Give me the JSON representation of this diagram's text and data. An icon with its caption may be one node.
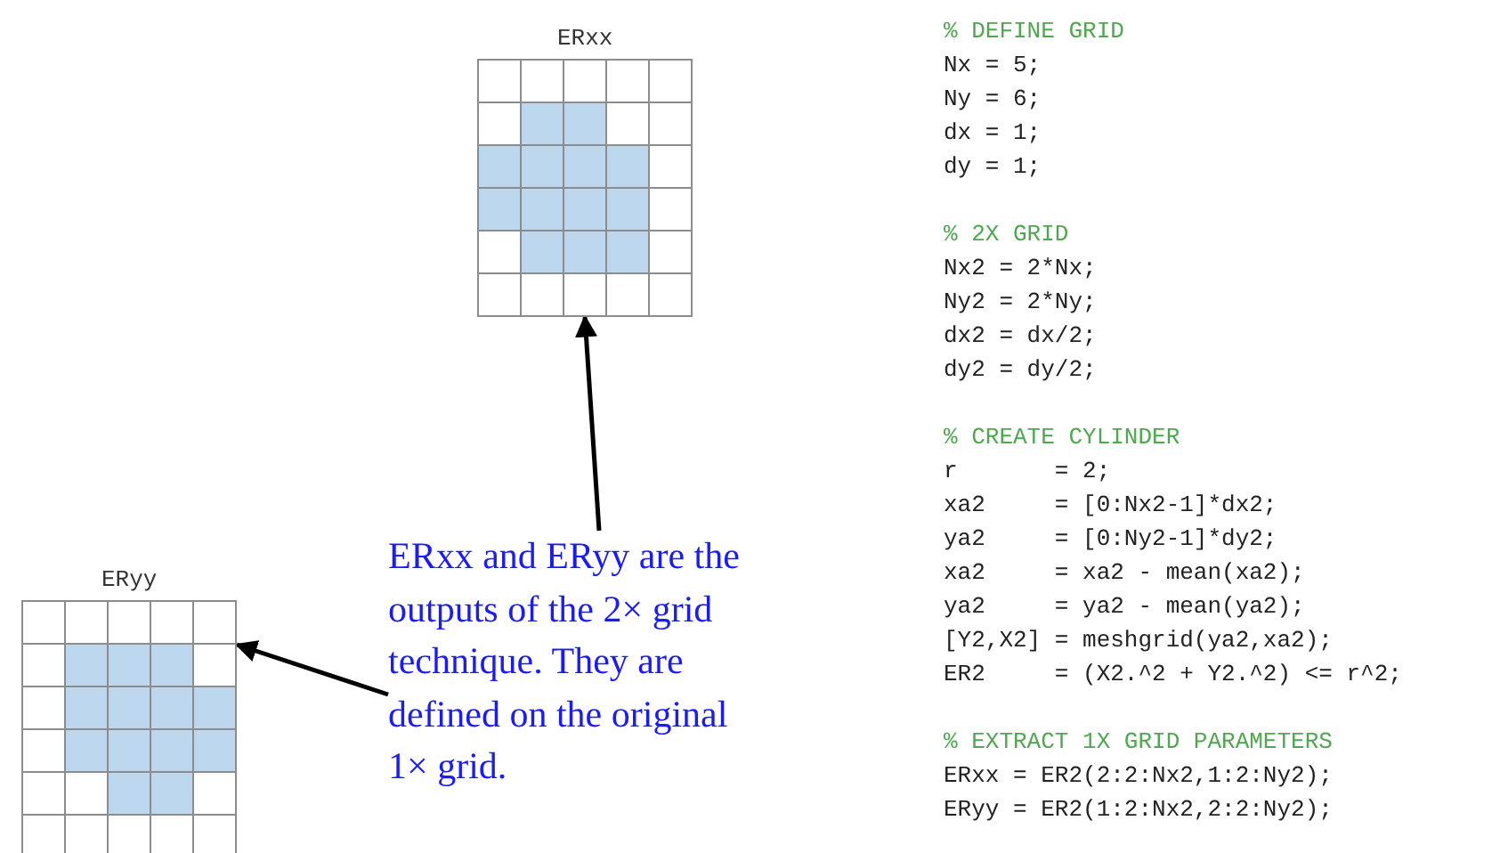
{
  "diagram": {
    "nodes": [
      {
        "text": [
          "ERxx"
        ]
      },
      {
        "text": [
          "ERxx and ERyy are the outputs of the 2× grid technique. They are defined on the original 1× grid."
        ]
      },
      {
        "text": [
          "ERyy"
        ]
      }
    ],
    "edges": [
      {
        "from": 1,
        "to": 0,
        "arrow": "to"
      },
      {
        "from": 1,
        "to": 2,
        "arrow": "to"
      }
    ],
    "labels": [
      "% DEFINE GRID",
      "Nx = 5;",
      "Ny = 6;",
      "dx = 1;",
      "dy = 1;",
      "% 2X GRID",
      "Nx2 = 2*Nx;",
      "Ny2 = 2*Ny;",
      "dx2 = dx/2;",
      "dy2 = dy/2;",
      "% CREATE CYLINDER",
      "r       = 2;",
      "xa2     = [0:Nx2-1]*dx2;",
      "ya2     = [0:Ny2-1]*dy2;",
      "xa2     = xa2 - mean(xa2);",
      "ya2     = ya2 - mean(ya2);",
      "[Y2,X2] = meshgrid(ya2,xa2);",
      "ER2     = (X2.^2 + Y2.^2) <= r^2;",
      "% EXTRACT 1X GRID PARAMETERS",
      "ERxx = ER2(2:2:Nx2,1:2:Ny2);",
      "ERyy = ER2(1:2:Nx2,2:2:Ny2);"
    ]
  }
}
